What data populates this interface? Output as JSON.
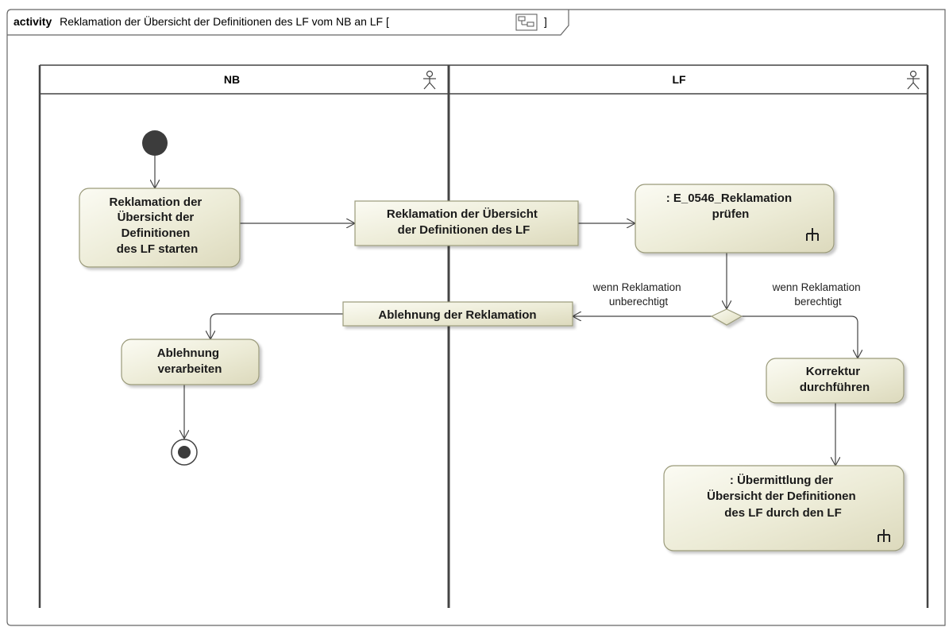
{
  "frame": {
    "keyword": "activity",
    "title": "Reklamation der Übersicht der Definitionen des LF vom NB an LF [",
    "title_close": "]"
  },
  "lanes": [
    {
      "label": "NB"
    },
    {
      "label": "LF"
    }
  ],
  "nodes": {
    "action_start": [
      "Reklamation der",
      "Übersicht der",
      "Definitionen",
      "des LF starten"
    ],
    "object_reklamation": [
      "Reklamation der Übersicht",
      "der Definitionen des LF"
    ],
    "call_pruefen": [
      ": E_0546_Reklamation",
      "prüfen"
    ],
    "object_ablehnung": [
      "Ablehnung der Reklamation"
    ],
    "action_ablehnung": [
      "Ablehnung",
      "verarbeiten"
    ],
    "action_korrektur": [
      "Korrektur",
      "durchführen"
    ],
    "call_uebermittlung": [
      ": Übermittlung der",
      "Übersicht der Definitionen",
      "des LF durch den LF"
    ]
  },
  "guards": {
    "unberechtigt": [
      "wenn Reklamation",
      "unberechtigt"
    ],
    "berechtigt": [
      "wenn Reklamation",
      "berechtigt"
    ]
  },
  "colors": {
    "node_fill": "#e8e6cf",
    "node_border": "#9a9a7a",
    "line": "#444444"
  }
}
